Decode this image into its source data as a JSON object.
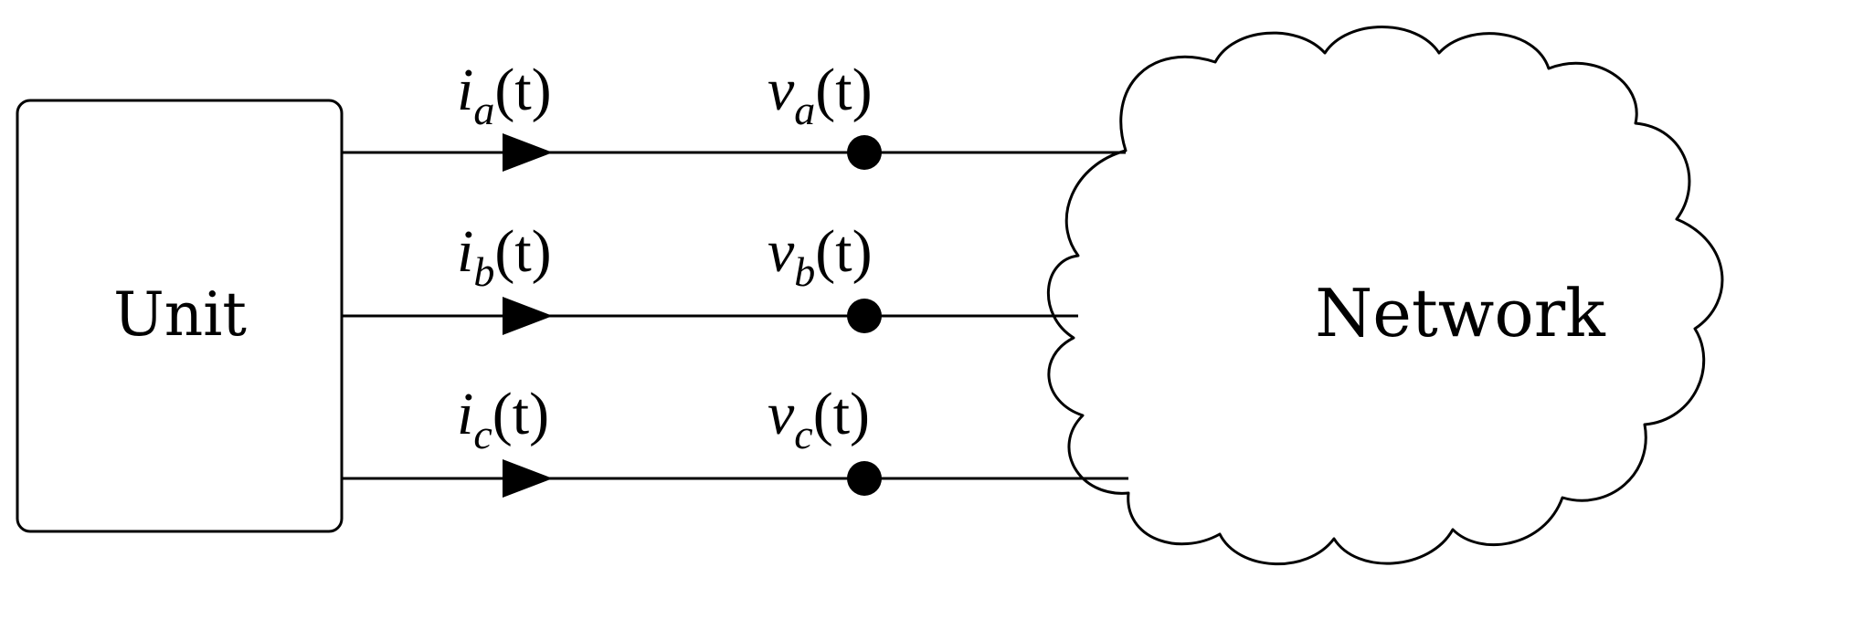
{
  "unit": {
    "label": "Unit"
  },
  "network": {
    "label": "Network"
  },
  "phases": [
    {
      "id": "a",
      "current_sym": "i",
      "voltage_sym": "v",
      "sub": "a",
      "arg": "(t)"
    },
    {
      "id": "b",
      "current_sym": "i",
      "voltage_sym": "v",
      "sub": "b",
      "arg": "(t)"
    },
    {
      "id": "c",
      "current_sym": "i",
      "voltage_sym": "v",
      "sub": "c",
      "arg": "(t)"
    }
  ],
  "colors": {
    "stroke": "#000000",
    "background": "#ffffff"
  }
}
